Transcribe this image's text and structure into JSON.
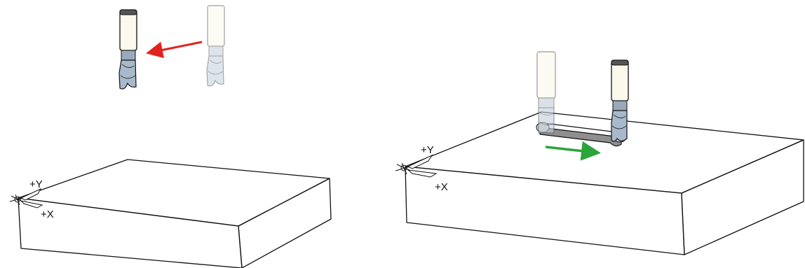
{
  "left_scene": {
    "axis_y_label": "+Y",
    "axis_x_label": "+X",
    "move_arrow_color": "#e0231c",
    "tool_moving": "end-mill",
    "tool_ghost": "end-mill-faded"
  },
  "right_scene": {
    "axis_y_label": "+Y",
    "axis_x_label": "+X",
    "move_arrow_color": "#2ba43a",
    "tool_start": "end-mill-faded",
    "tool_end": "end-mill",
    "feature": "cut-slot"
  },
  "colors": {
    "block_top": "#ffffff",
    "block_front": "#d9d9d9",
    "block_side": "#9f9f9f",
    "shank": "#fbf9ec",
    "flutes": "#a9b9cc"
  }
}
